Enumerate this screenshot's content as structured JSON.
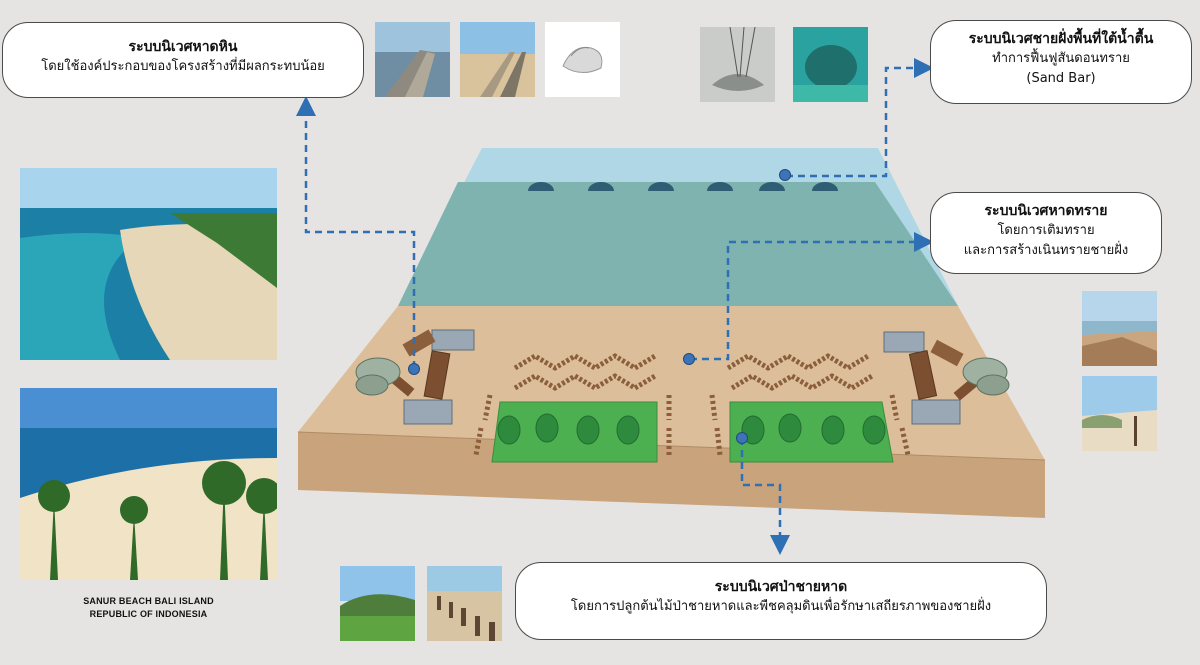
{
  "callouts": {
    "rocky": {
      "title": "ระบบนิเวศหาดหิน",
      "line1": "โดยใช้องค์ประกอบของโครงสร้างที่มีผลกระทบน้อย"
    },
    "shallow": {
      "title": "ระบบนิเวศชายฝั่งพื้นที่ใต้น้ำตื้น",
      "line1": "ทำการฟื้นฟูสันดอนทราย",
      "line2": "(Sand Bar)"
    },
    "sandy": {
      "title": "ระบบนิเวศหาดทราย",
      "line1": "โดยการเติมทราย",
      "line2": "และการสร้างเนินทรายชายฝั่ง"
    },
    "forest": {
      "title": "ระบบนิเวศป่าชายหาด",
      "line1": "โดยการปลูกต้นไม้ป่าชายหาดและพืชคลุมดินเพื่อรักษาเสถียรภาพของชายฝั่ง"
    }
  },
  "caption": {
    "line1": "SANUR BEACH  BALI ISLAND",
    "line2": "REPUBLIC OF INDONESIA"
  },
  "colors": {
    "water_light": "#a9d5e6",
    "water_deep": "#7fb3b0",
    "sand_top": "#dcbf9a",
    "sand_side": "#c9a37b",
    "grass": "#4caf50",
    "tree": "#2e8b3e",
    "connector": "#2f6fb3",
    "dot": "#3d74b8"
  }
}
